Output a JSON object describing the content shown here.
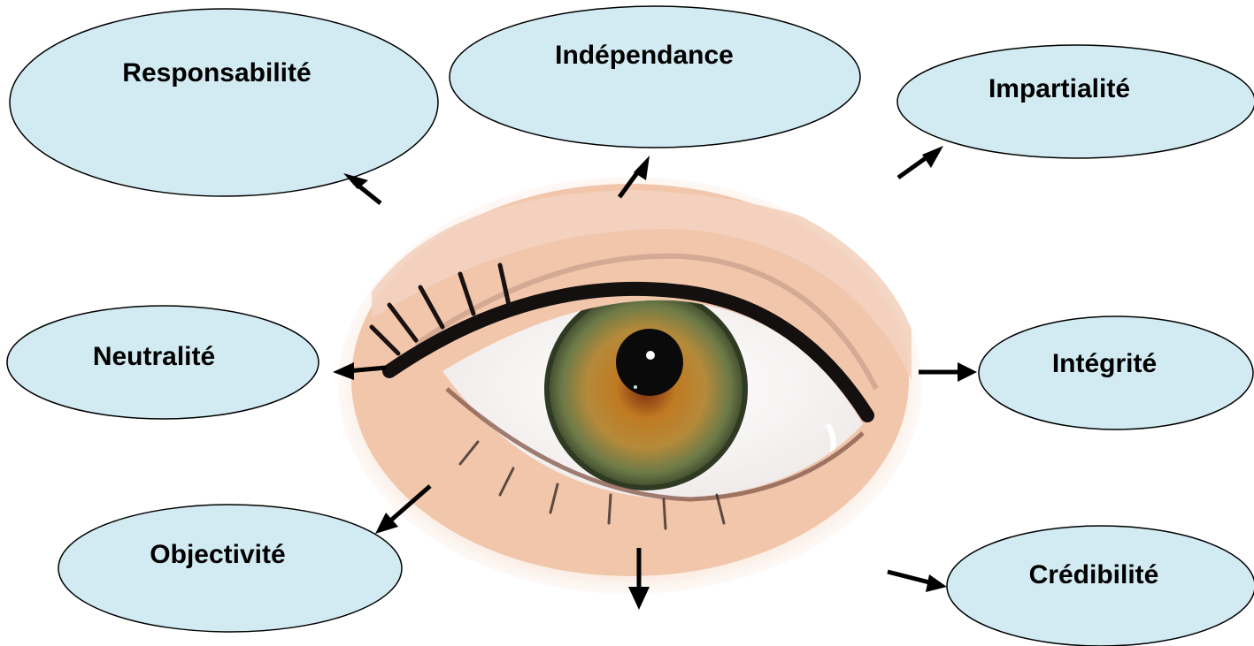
{
  "colors": {
    "bubble_fill": "#d2ebf3",
    "bubble_stroke": "#000000",
    "arrow": "#000000",
    "iris_outer": "#5a6a3c",
    "iris_inner": "#c98a2a"
  },
  "central_image": {
    "icon": "eye-photo-icon"
  },
  "concepts": [
    {
      "id": "responsabilite",
      "label": "Responsabilité"
    },
    {
      "id": "independance",
      "label": "Indépendance"
    },
    {
      "id": "impartialite",
      "label": "Impartialité"
    },
    {
      "id": "neutralite",
      "label": "Neutralité"
    },
    {
      "id": "integrite",
      "label": "Intégrité"
    },
    {
      "id": "objectivite",
      "label": "Objectivité"
    },
    {
      "id": "credibilite",
      "label": "Crédibilité"
    }
  ],
  "arrows": [
    {
      "id": "arrow-responsabilite",
      "points_to": "responsabilite"
    },
    {
      "id": "arrow-independance",
      "points_to": "independance"
    },
    {
      "id": "arrow-impartialite",
      "points_to": "impartialite"
    },
    {
      "id": "arrow-neutralite",
      "points_to": "neutralite"
    },
    {
      "id": "arrow-integrite",
      "points_to": "integrite"
    },
    {
      "id": "arrow-objectivite",
      "points_to": "objectivite"
    },
    {
      "id": "arrow-credibilite",
      "points_to": "credibilite"
    },
    {
      "id": "arrow-bottom",
      "points_to": ""
    }
  ]
}
